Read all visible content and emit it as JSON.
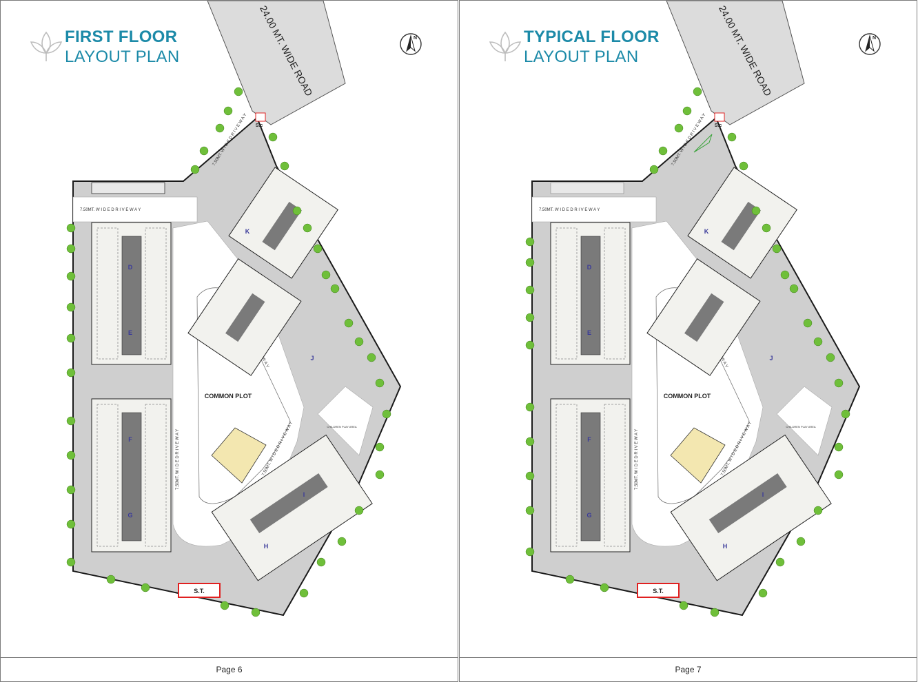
{
  "pages": [
    {
      "title_line1": "FIRST FLOOR",
      "title_line2": "LAYOUT PLAN",
      "page_label": "Page 6",
      "road_label": "24.00 MT. WIDE ROAD",
      "drive_way_label": "7.50MT. W I D E  D R I V E  W A Y",
      "common_plot_label": "COMMON PLOT",
      "st_label": "S.T.",
      "sc_label": "S.c",
      "children_play_label": "CHILDREN PLAY AREA",
      "compass_label": "N",
      "blocks": [
        "D",
        "E",
        "F",
        "G",
        "K",
        "J",
        "I",
        "H"
      ]
    },
    {
      "title_line1": "TYPICAL FLOOR",
      "title_line2": "LAYOUT PLAN",
      "page_label": "Page 7",
      "road_label": "24.00 MT. WIDE ROAD",
      "drive_way_label": "7.50MT. W I D E  D R I V E  W A Y",
      "common_plot_label": "COMMON PLOT",
      "st_label": "S.T.",
      "sc_label": "S.c",
      "children_play_label": "CHILDREN PLAY AREA",
      "compass_label": "N",
      "blocks": [
        "D",
        "E",
        "F",
        "G",
        "K",
        "J",
        "I",
        "H"
      ]
    }
  ],
  "colors": {
    "accent": "#1c8aa8",
    "road": "#dcdcdc",
    "site": "#c9c9c9",
    "boundary": "#1a1a1a",
    "tree": "#5fae2e",
    "st_box": "#e02020"
  }
}
